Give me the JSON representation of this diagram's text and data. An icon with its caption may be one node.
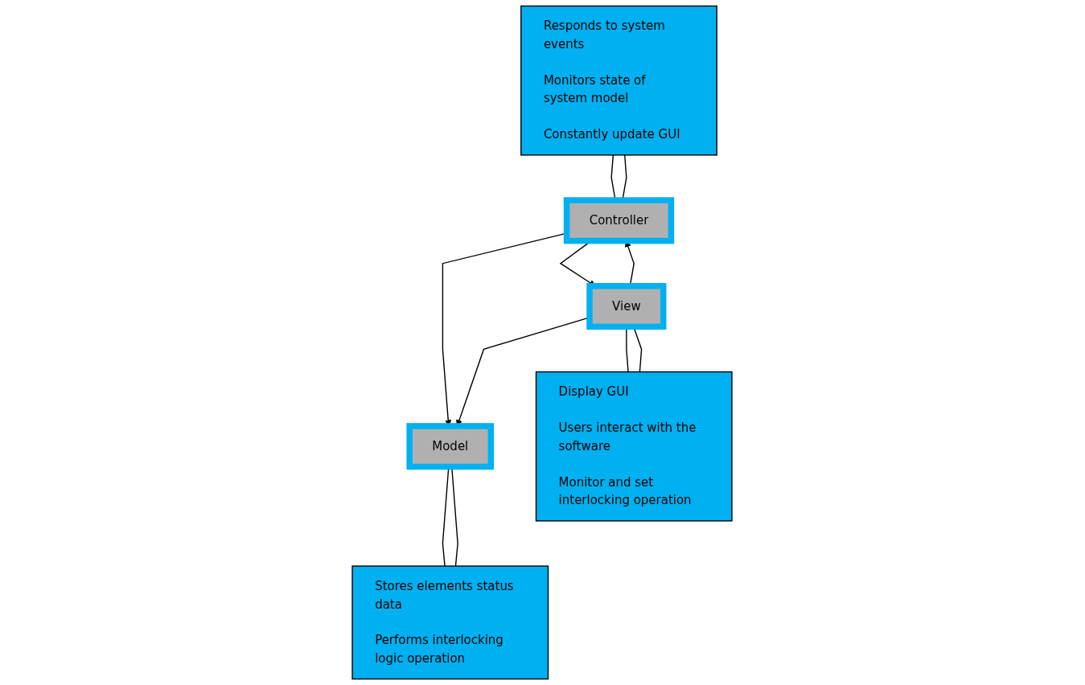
{
  "diagram": {
    "nodes": [
      {
        "text": [
          "Responds to system events",
          "Monitors state of system model",
          "Constantly update GUI"
        ]
      },
      {
        "text": [
          "Controller"
        ]
      },
      {
        "text": [
          "View"
        ]
      },
      {
        "text": [
          "Model"
        ]
      },
      {
        "text": [
          "Display GUI",
          "Users interact with the software",
          "Monitor and set interlocking operation"
        ]
      },
      {
        "text": [
          "Stores elements status data",
          "Performs interlocking logic operation"
        ]
      }
    ],
    "edges": [
      {
        "from": 0,
        "to": 1,
        "arrow": "none"
      },
      {
        "from": 0,
        "to": 1,
        "arrow": "none"
      },
      {
        "from": 2,
        "to": 1,
        "arrow": "to"
      },
      {
        "from": 1,
        "to": 2,
        "arrow": "to"
      },
      {
        "from": 1,
        "to": 3,
        "arrow": "to"
      },
      {
        "from": 2,
        "to": 3,
        "arrow": "to"
      },
      {
        "from": 2,
        "to": 4,
        "arrow": "none"
      },
      {
        "from": 2,
        "to": 4,
        "arrow": "none"
      },
      {
        "from": 3,
        "to": 5,
        "arrow": "none"
      },
      {
        "from": 3,
        "to": 5,
        "arrow": "none"
      }
    ]
  }
}
